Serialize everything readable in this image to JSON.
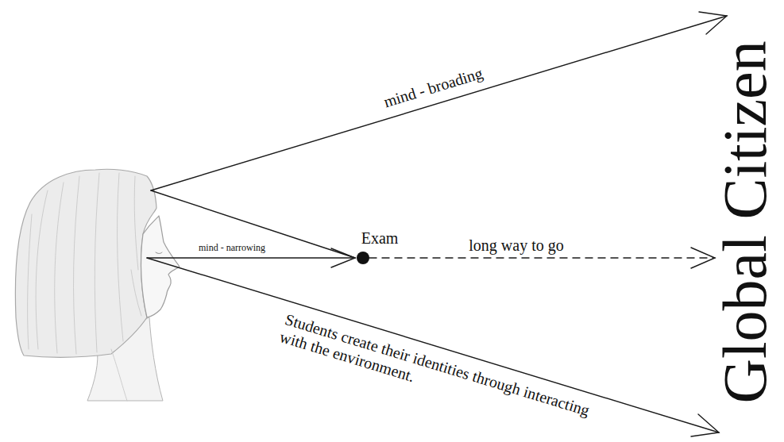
{
  "diagram": {
    "labels": [
      "mind - broading",
      "mind - narrowing",
      "Exam",
      "long way to go",
      "Students create their identities through interacting with the environment.",
      "Global Citizen"
    ]
  }
}
